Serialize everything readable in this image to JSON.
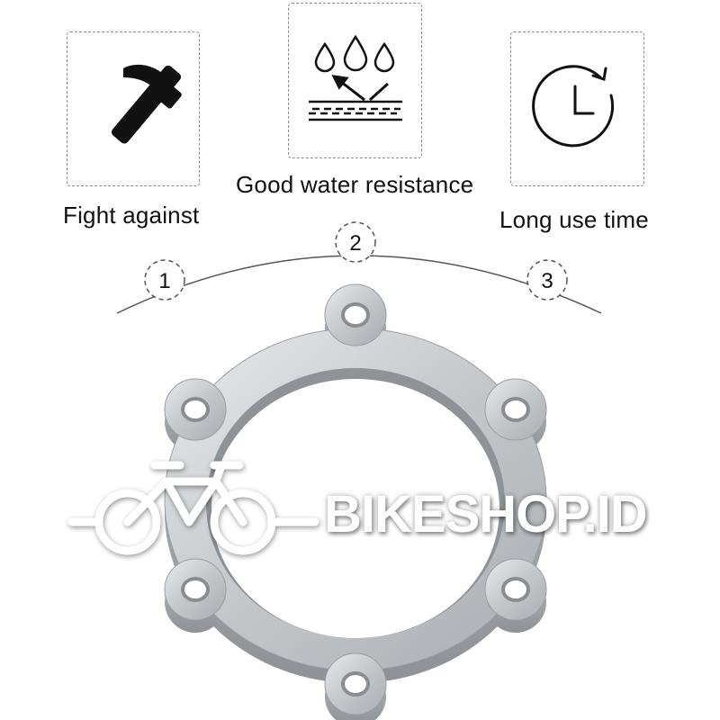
{
  "features": [
    {
      "number": "1",
      "label": "Fight against",
      "icon": "hammer-icon"
    },
    {
      "number": "2",
      "label": "Good water resistance",
      "icon": "water-resistance-icon"
    },
    {
      "number": "3",
      "label": "Long use time",
      "icon": "clock-icon"
    }
  ],
  "watermark": {
    "text": "BIKESHOP.ID",
    "logo": "bicycle-icon"
  },
  "product": {
    "name": "disc-brake-rotor-adapter",
    "color": "#c9cccf"
  }
}
